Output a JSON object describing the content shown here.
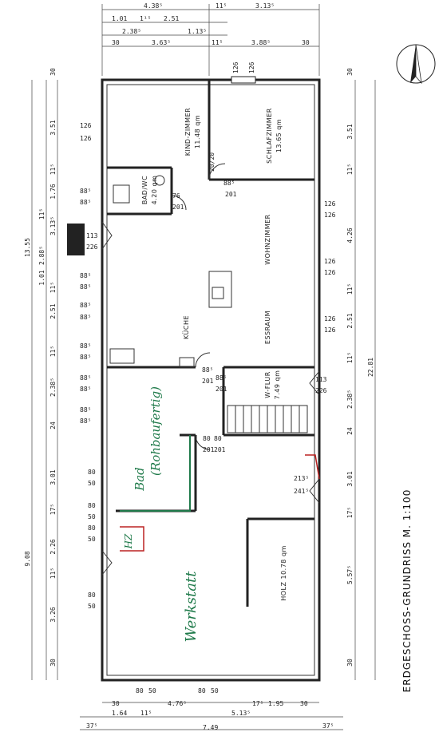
{
  "title": "ERDGESCHOSS-GRUNDRISS   M. 1:100",
  "rooms": {
    "kind": "KIND-ZIMMER",
    "kind_area": "11.48 qm",
    "schlaf": "SCHLAFZIMMER",
    "schlaf_area": "13.65 qm",
    "bad": "BAD/WC",
    "bad_area": "4.20 qm",
    "wohn": "WOHNZIMMER",
    "ess": "ESSRAUM",
    "kueche": "KÜCHE",
    "wflur": "W-FLUR",
    "wflur_area": "7.49 qm",
    "holz": "HOLZ 10.78 qm",
    "bad_hand": "Bad",
    "rohbau_hand": "(Rohbaufertig)",
    "hz_hand": "HZ",
    "werkstatt_hand": "Werkstatt"
  },
  "dims_top": {
    "a": "4.38⁵",
    "b": "1.01",
    "c": "1¹⁵",
    "d": "2.51",
    "e": "11⁵",
    "f": "3.13⁵",
    "g": "2.38⁵",
    "h": "1.13⁵",
    "i": "30",
    "j": "3.63⁵",
    "k": "11⁵",
    "l": "3.88⁵",
    "m": "30"
  },
  "dims_left_outer": {
    "a": "13.55",
    "b": "9.08"
  },
  "dims_left": {
    "a": "30",
    "b": "3.51",
    "c": "11⁵",
    "d": "1.76",
    "e": "11⁵",
    "f": "3.13⁵",
    "g": "2.88⁵",
    "h": "1.01",
    "i": "11⁵",
    "j": "2.51",
    "k": "11⁵",
    "l": "2.38⁵",
    "m": "24",
    "n": "3.01",
    "o": "17⁵",
    "p": "2.26",
    "q": "11⁵",
    "r": "3.26",
    "s": "30"
  },
  "dims_right": {
    "a": "30",
    "b": "3.51",
    "c": "11⁵",
    "d": "4.26",
    "e": "11⁵",
    "f": "2.51",
    "g": "11⁵",
    "h": "2.38⁵",
    "i": "24",
    "j": "3.01",
    "k": "17⁵",
    "l": "5.57⁵",
    "m": "30",
    "total": "22.81"
  },
  "openings_left": {
    "a": "126",
    "b": "126",
    "c": "88⁵",
    "d": "88⁵",
    "e": "113",
    "f": "226",
    "g": "88⁵",
    "h": "88⁵",
    "i": "88⁵",
    "j": "88⁵",
    "k": "88⁵",
    "l": "88⁵",
    "m": "88⁵",
    "n": "88⁵",
    "o": "88⁵",
    "p": "88⁵",
    "q": "80",
    "r": "50",
    "s": "80",
    "t": "50",
    "u": "80",
    "v": "50",
    "w": "80",
    "x": "50"
  },
  "openings_right": {
    "a": "126",
    "b": "126",
    "c": "126",
    "d": "126",
    "e": "126",
    "f": "126",
    "g": "113",
    "h": "226",
    "i": "213⁵",
    "j": "241⁵"
  },
  "doors": {
    "a": "76",
    "b": "201",
    "c": "88⁵",
    "d": "201",
    "e": "20/20",
    "f": "88⁵",
    "g": "201",
    "h": "88⁵",
    "i": "201",
    "j": "80",
    "k": "201",
    "l": "80",
    "m": "201"
  },
  "top_openings": {
    "a": "126",
    "b": "126"
  },
  "dims_bottom": {
    "a": "30",
    "b": "1.64",
    "c": "11⁵",
    "d": "4.76⁵",
    "e": "17⁵",
    "f": "1.95",
    "g": "30",
    "h": "5.13⁵",
    "i": "37⁵",
    "j": "7.49",
    "k": "37⁵",
    "w1": "80",
    "w2": "50",
    "w3": "80",
    "w4": "50"
  }
}
